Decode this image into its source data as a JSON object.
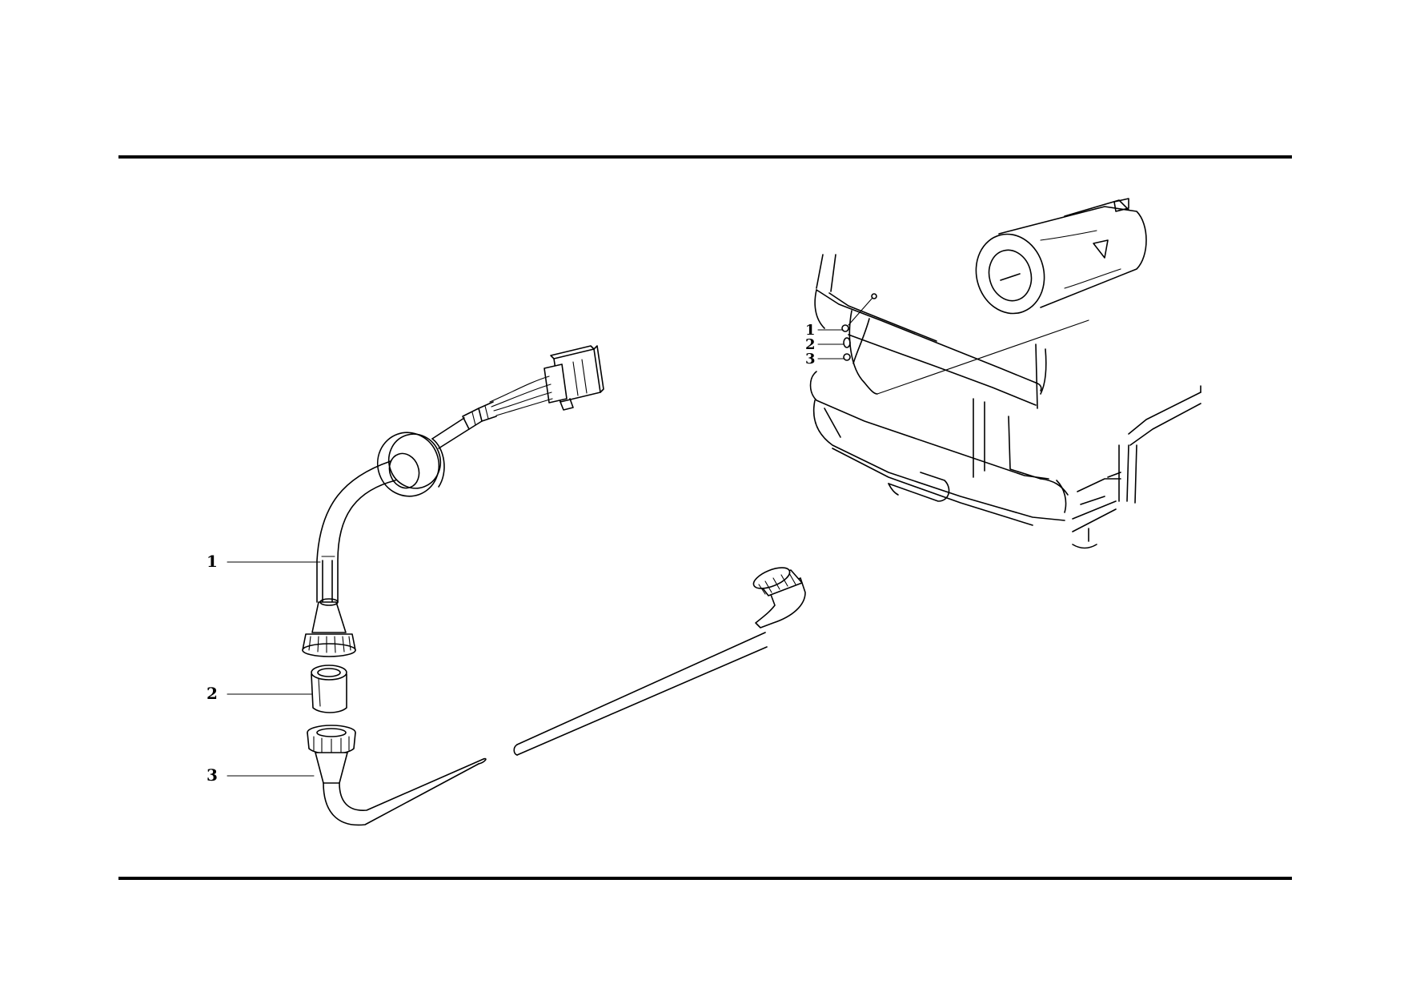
{
  "diagram": {
    "main_callouts": [
      {
        "id": "1",
        "label": "1"
      },
      {
        "id": "2",
        "label": "2"
      },
      {
        "id": "3",
        "label": "3"
      }
    ],
    "inset_callouts": [
      {
        "id": "1",
        "label": "1"
      },
      {
        "id": "2",
        "label": "2"
      },
      {
        "id": "3",
        "label": "3"
      }
    ]
  },
  "colors": {
    "ink": "#000000",
    "paper": "#ffffff"
  }
}
